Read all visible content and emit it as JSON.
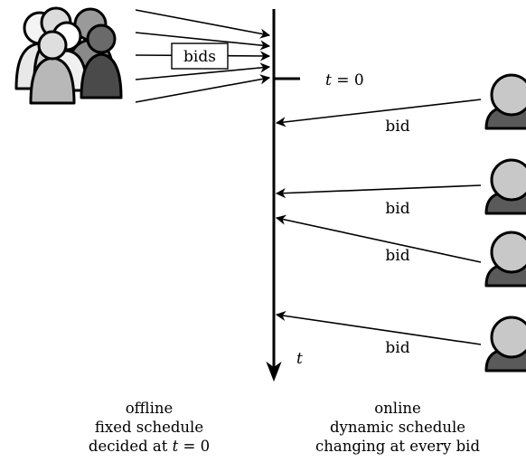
{
  "left_group": {
    "arrow_label": "bids",
    "person_count": 6
  },
  "timeline": {
    "t0_label_var": "t",
    "t0_label_rest": " = 0",
    "axis_label": "t"
  },
  "online_bidders": [
    {
      "label": "bid"
    },
    {
      "label": "bid"
    },
    {
      "label": "bid"
    },
    {
      "label": "bid"
    }
  ],
  "captions": {
    "offline": {
      "line1": "offline",
      "line2": "fixed schedule",
      "line3_prefix": "decided at ",
      "line3_var": "t",
      "line3_suffix": " = 0"
    },
    "online": {
      "line1": "online",
      "line2": "dynamic schedule",
      "line3": "changing at every bid"
    }
  },
  "colors": {
    "line": "#000000",
    "person_light": "#e8e8e8",
    "person_mid": "#cfcfcf",
    "person_gray": "#a8a8a8",
    "person_dark": "#555555",
    "bidder_head": "#c8c8c8",
    "bidder_body": "#5a5a5a"
  }
}
